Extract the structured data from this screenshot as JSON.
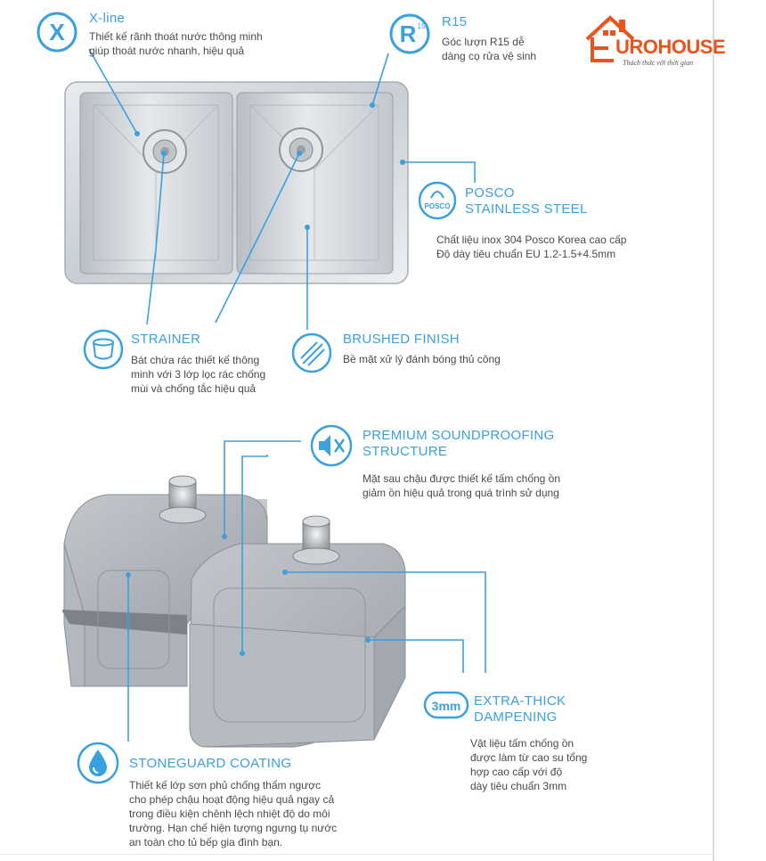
{
  "brand": {
    "name": "UROHOUSE",
    "slogan": "Thách thức với thời gian",
    "accent": "#3aa0de",
    "logo_color": "#e8541c"
  },
  "features": {
    "xline": {
      "icon_letter": "X",
      "title": "X-line",
      "lines": [
        "Thiết kế rãnh thoát nước thông minh",
        "giúp thoát nước nhanh, hiệu quả"
      ]
    },
    "r15": {
      "icon_letter": "R",
      "icon_sup": "15",
      "title": "R15",
      "lines": [
        "Góc lượn R15 dễ",
        "dàng cọ rửa vệ sinh"
      ]
    },
    "posco": {
      "icon_label": "POSCO",
      "title_lines": [
        "POSCO",
        "STAINLESS STEEL"
      ],
      "lines": [
        "Chất liệu inox 304 Posco Korea cao cấp",
        "Độ dày tiêu chuẩn EU 1.2-1.5+4.5mm"
      ]
    },
    "strainer": {
      "title": "STRAINER",
      "lines": [
        "Bát chứa rác thiết kế thông",
        "minh với 3 lớp lọc rác chống",
        "mùi và chống tắc hiệu quả"
      ]
    },
    "brushed": {
      "title": "BRUSHED FINISH",
      "lines": [
        "Bề mặt xử lý đánh bóng thủ công"
      ]
    },
    "sound": {
      "title_lines": [
        "PREMIUM SOUNDPROOFING",
        "STRUCTURE"
      ],
      "lines": [
        "Mặt sau chậu được thiết kế tấm chống ồn",
        "giảm ồn hiệu quả trong quá trình sử dụng"
      ]
    },
    "thick": {
      "icon_label": "3mm",
      "title_lines": [
        "EXTRA-THICK",
        "DAMPENING"
      ],
      "lines": [
        "Vật liệu tấm chống ồn",
        "được làm từ cao su tổng",
        "hợp cao cấp với độ",
        "dày tiêu chuẩn 3mm"
      ]
    },
    "stoneguard": {
      "title": "STONEGUARD COATING",
      "lines": [
        "Thiết kế lớp sơn phủ chống thấm ngược",
        "cho phép chậu hoạt động hiệu quả ngay cả",
        "trong điều kiện chênh lệch nhiệt độ do môi",
        "trường. Hạn chế hiện tượng ngưng tụ nước",
        "an toàn cho tủ bếp gia đình bạn."
      ]
    }
  }
}
